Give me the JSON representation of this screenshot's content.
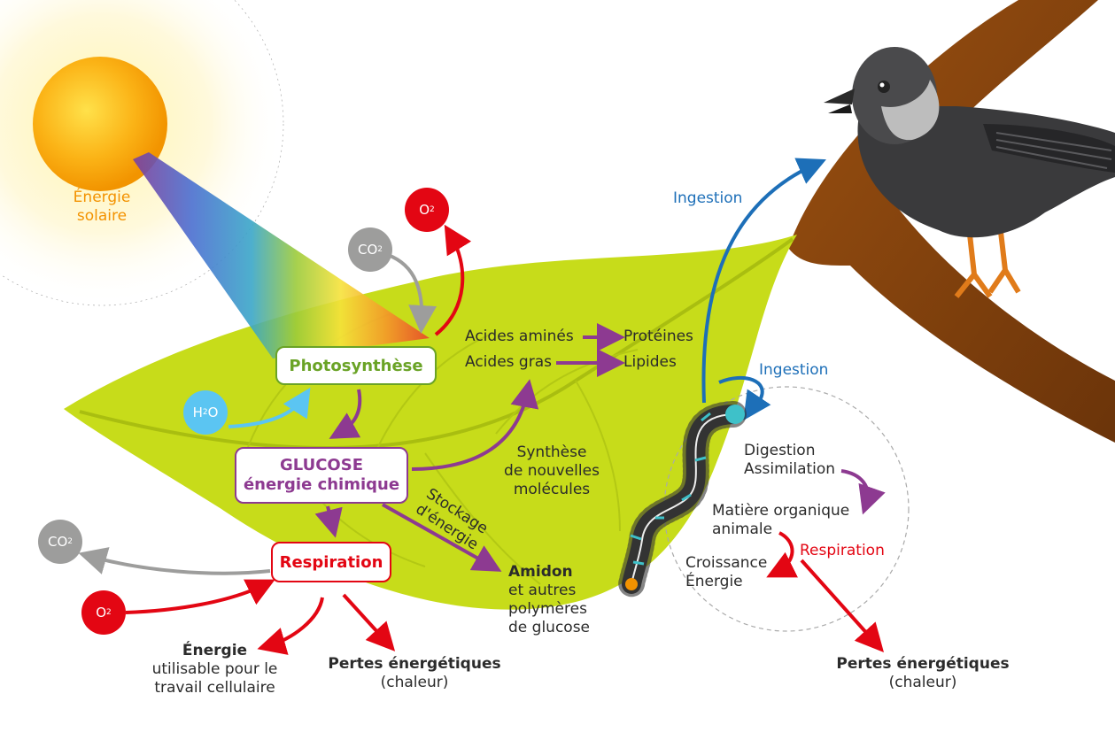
{
  "sun": {
    "label_line1": "Énergie",
    "label_line2": "solaire"
  },
  "molecules": {
    "o2_top": {
      "main": "O",
      "sub": "2"
    },
    "co2_top": {
      "main": "CO",
      "sub": "2"
    },
    "h2o": {
      "main": "H",
      "sub": "2",
      "tail": "O"
    },
    "co2_left": {
      "main": "CO",
      "sub": "2"
    },
    "o2_bottom": {
      "main": "O",
      "sub": "2"
    }
  },
  "boxes": {
    "photosynthesis": "Photosynthèse",
    "glucose_line1": "GLUCOSE",
    "glucose_line2": "énergie chimique",
    "respiration": "Respiration"
  },
  "synthesis": {
    "amino_acids": "Acides aminés",
    "proteins": "Protéines",
    "fatty_acids": "Acides gras",
    "lipids": "Lipides",
    "new_molecules_line1": "Synthèse",
    "new_molecules_line2": "de nouvelles",
    "new_molecules_line3": "molécules",
    "storage_line1": "Stockage",
    "storage_line2": "d'énergie",
    "starch_title": "Amidon",
    "starch_line2": "et autres",
    "starch_line3": "polymères",
    "starch_line4": "de glucose"
  },
  "plant_outputs": {
    "energy_title": "Énergie",
    "energy_line2": "utilisable pour le",
    "energy_line3": "travail cellulaire",
    "losses_title": "Pertes énergétiques",
    "losses_line2": "(chaleur)"
  },
  "animal": {
    "ingestion_bird": "Ingestion",
    "ingestion_caterpillar": "Ingestion",
    "digestion": "Digestion",
    "assimilation": "Assimilation",
    "organic_line1": "Matière organique",
    "organic_line2": "animale",
    "respiration": "Respiration",
    "growth": "Croissance",
    "energy": "Énergie",
    "losses_title": "Pertes énergétiques",
    "losses_line2": "(chaleur)"
  },
  "colors": {
    "photosynthesis": "#6aa326",
    "glucose": "#8d3a91",
    "respiration": "#e30613",
    "ingestion": "#1d6fb8",
    "sun_label": "#f39200",
    "leaf": "#c7dc1a",
    "co2": "#9d9d9c",
    "h2o": "#5bc5f2"
  }
}
